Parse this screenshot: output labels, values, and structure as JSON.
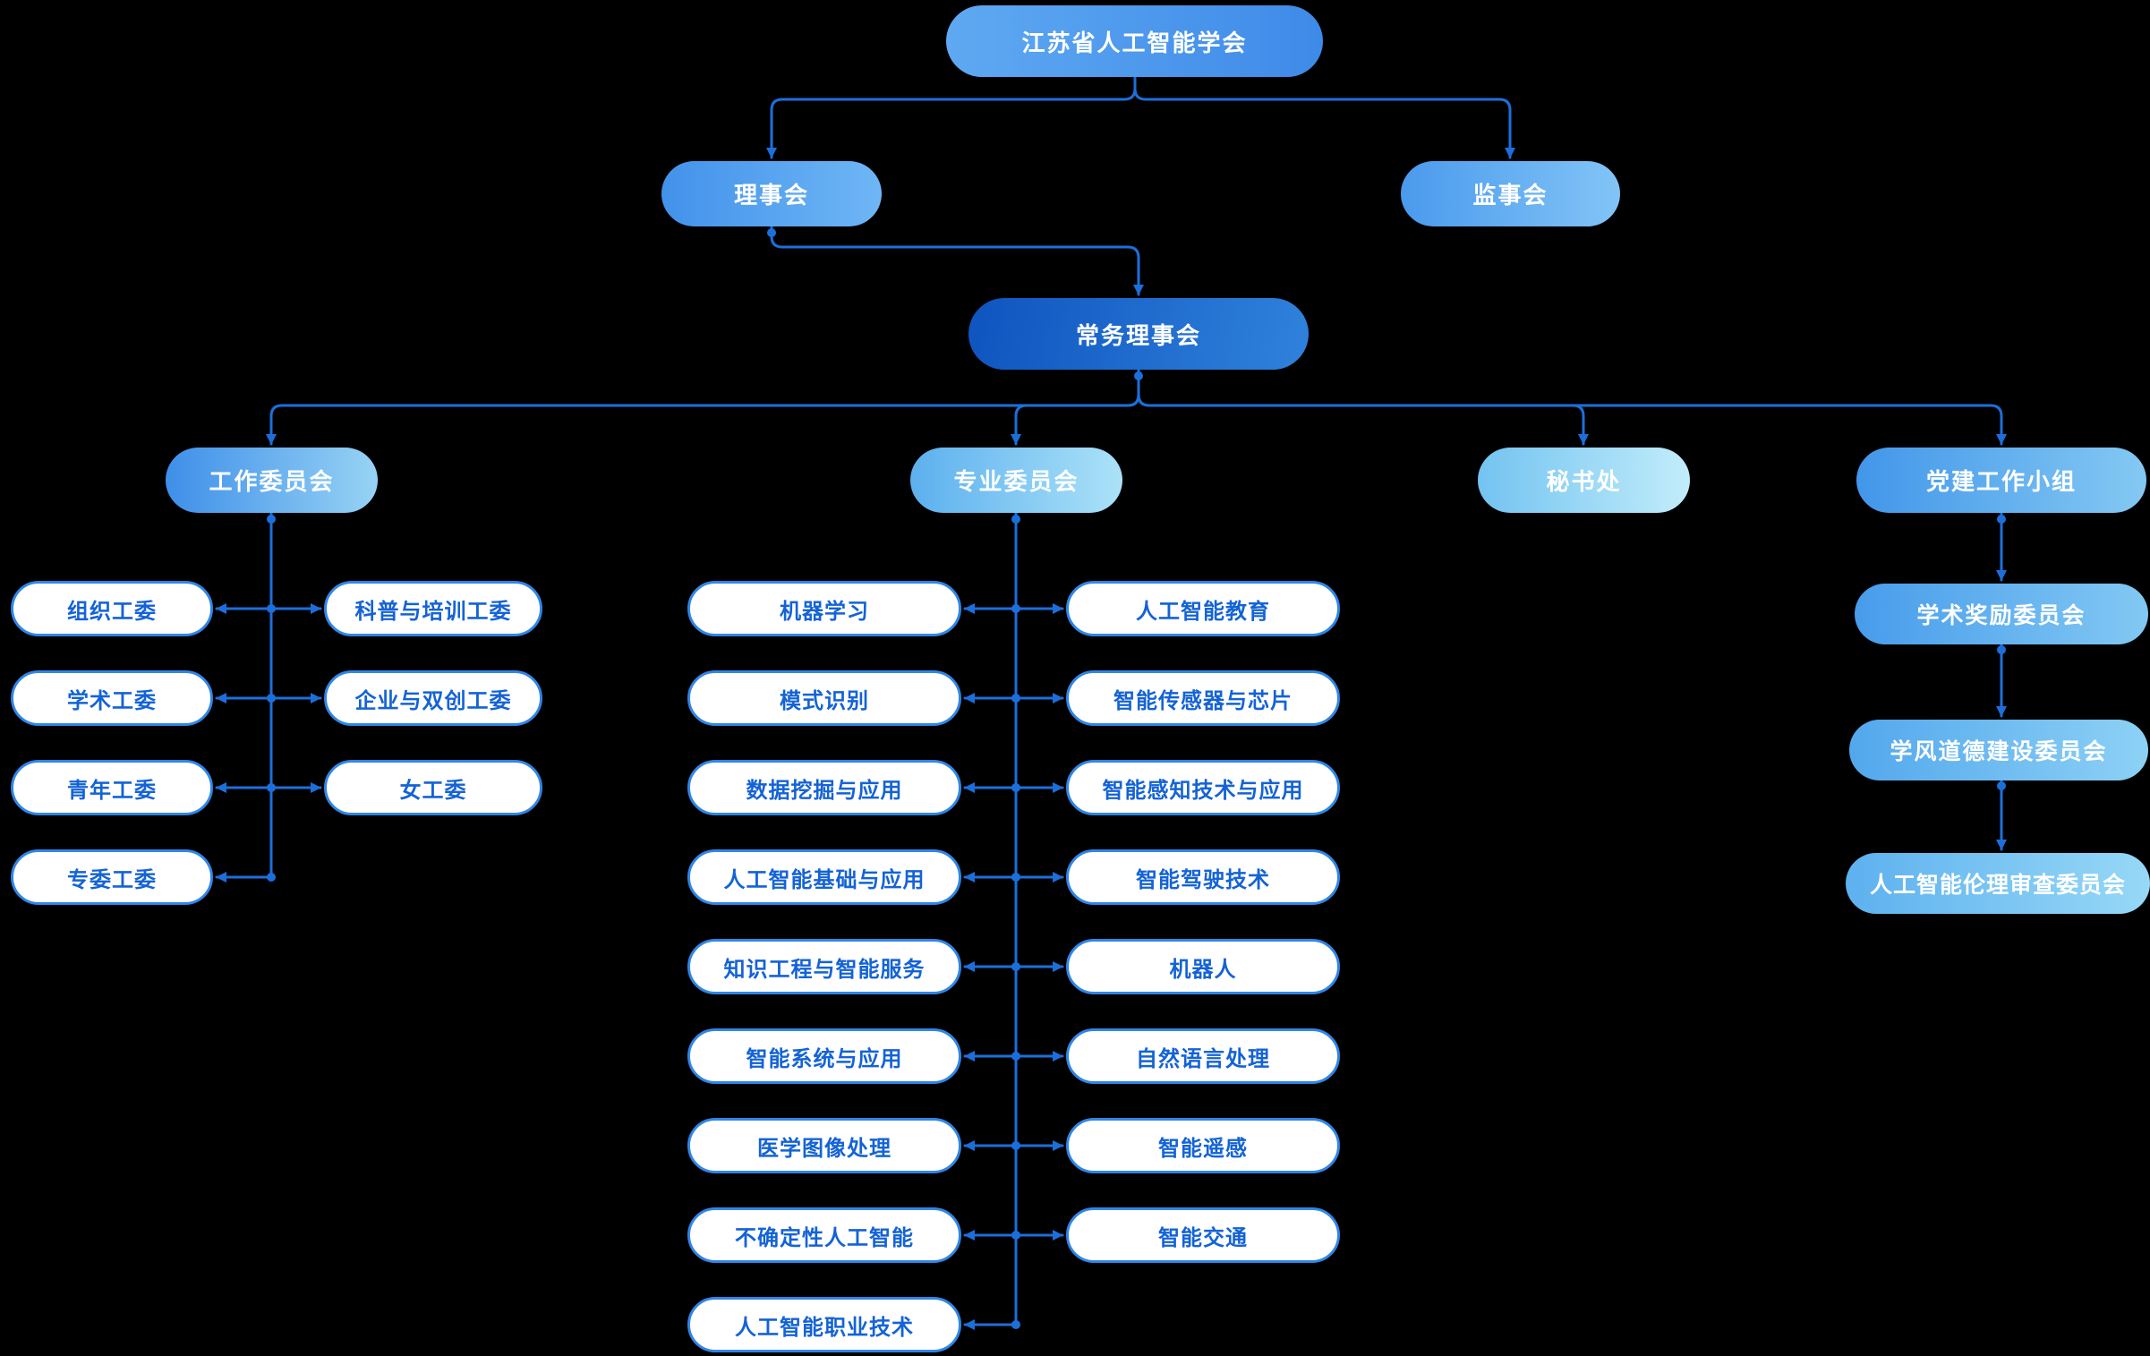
{
  "org_chart": {
    "root": "江苏省人工智能学会",
    "board": "理事会",
    "supervisory_board": "监事会",
    "standing_board": "常务理事会",
    "branches": {
      "work_committee": "工作委员会",
      "professional_committee": "专业委员会",
      "secretariat": "秘书处",
      "party_group": "党建工作小组"
    },
    "work_committee_children_left": [
      "组织工委",
      "学术工委",
      "青年工委",
      "专委工委"
    ],
    "work_committee_children_right": [
      "科普与培训工委",
      "企业与双创工委",
      "女工委"
    ],
    "professional_children_left": [
      "机器学习",
      "模式识别",
      "数据挖掘与应用",
      "人工智能基础与应用",
      "知识工程与智能服务",
      "智能系统与应用",
      "医学图像处理",
      "不确定性人工智能",
      "人工智能职业技术"
    ],
    "professional_children_right": [
      "人工智能教育",
      "智能传感器与芯片",
      "智能感知技术与应用",
      "智能驾驶技术",
      "机器人",
      "自然语言处理",
      "智能遥感",
      "智能交通"
    ],
    "party_group_children": [
      "学术奖励委员会",
      "学风道德建设委员会",
      "人工智能伦理审查委员会"
    ],
    "colors": {
      "background": "#000000",
      "connector": "#1C6FDB",
      "leaf_text": "#1463D6",
      "leaf_border": "#2F86E8",
      "node_blue_dark": "#0F54BF",
      "node_blue": "#3E8AE8",
      "node_blue_light": "#C2EDFA"
    }
  }
}
